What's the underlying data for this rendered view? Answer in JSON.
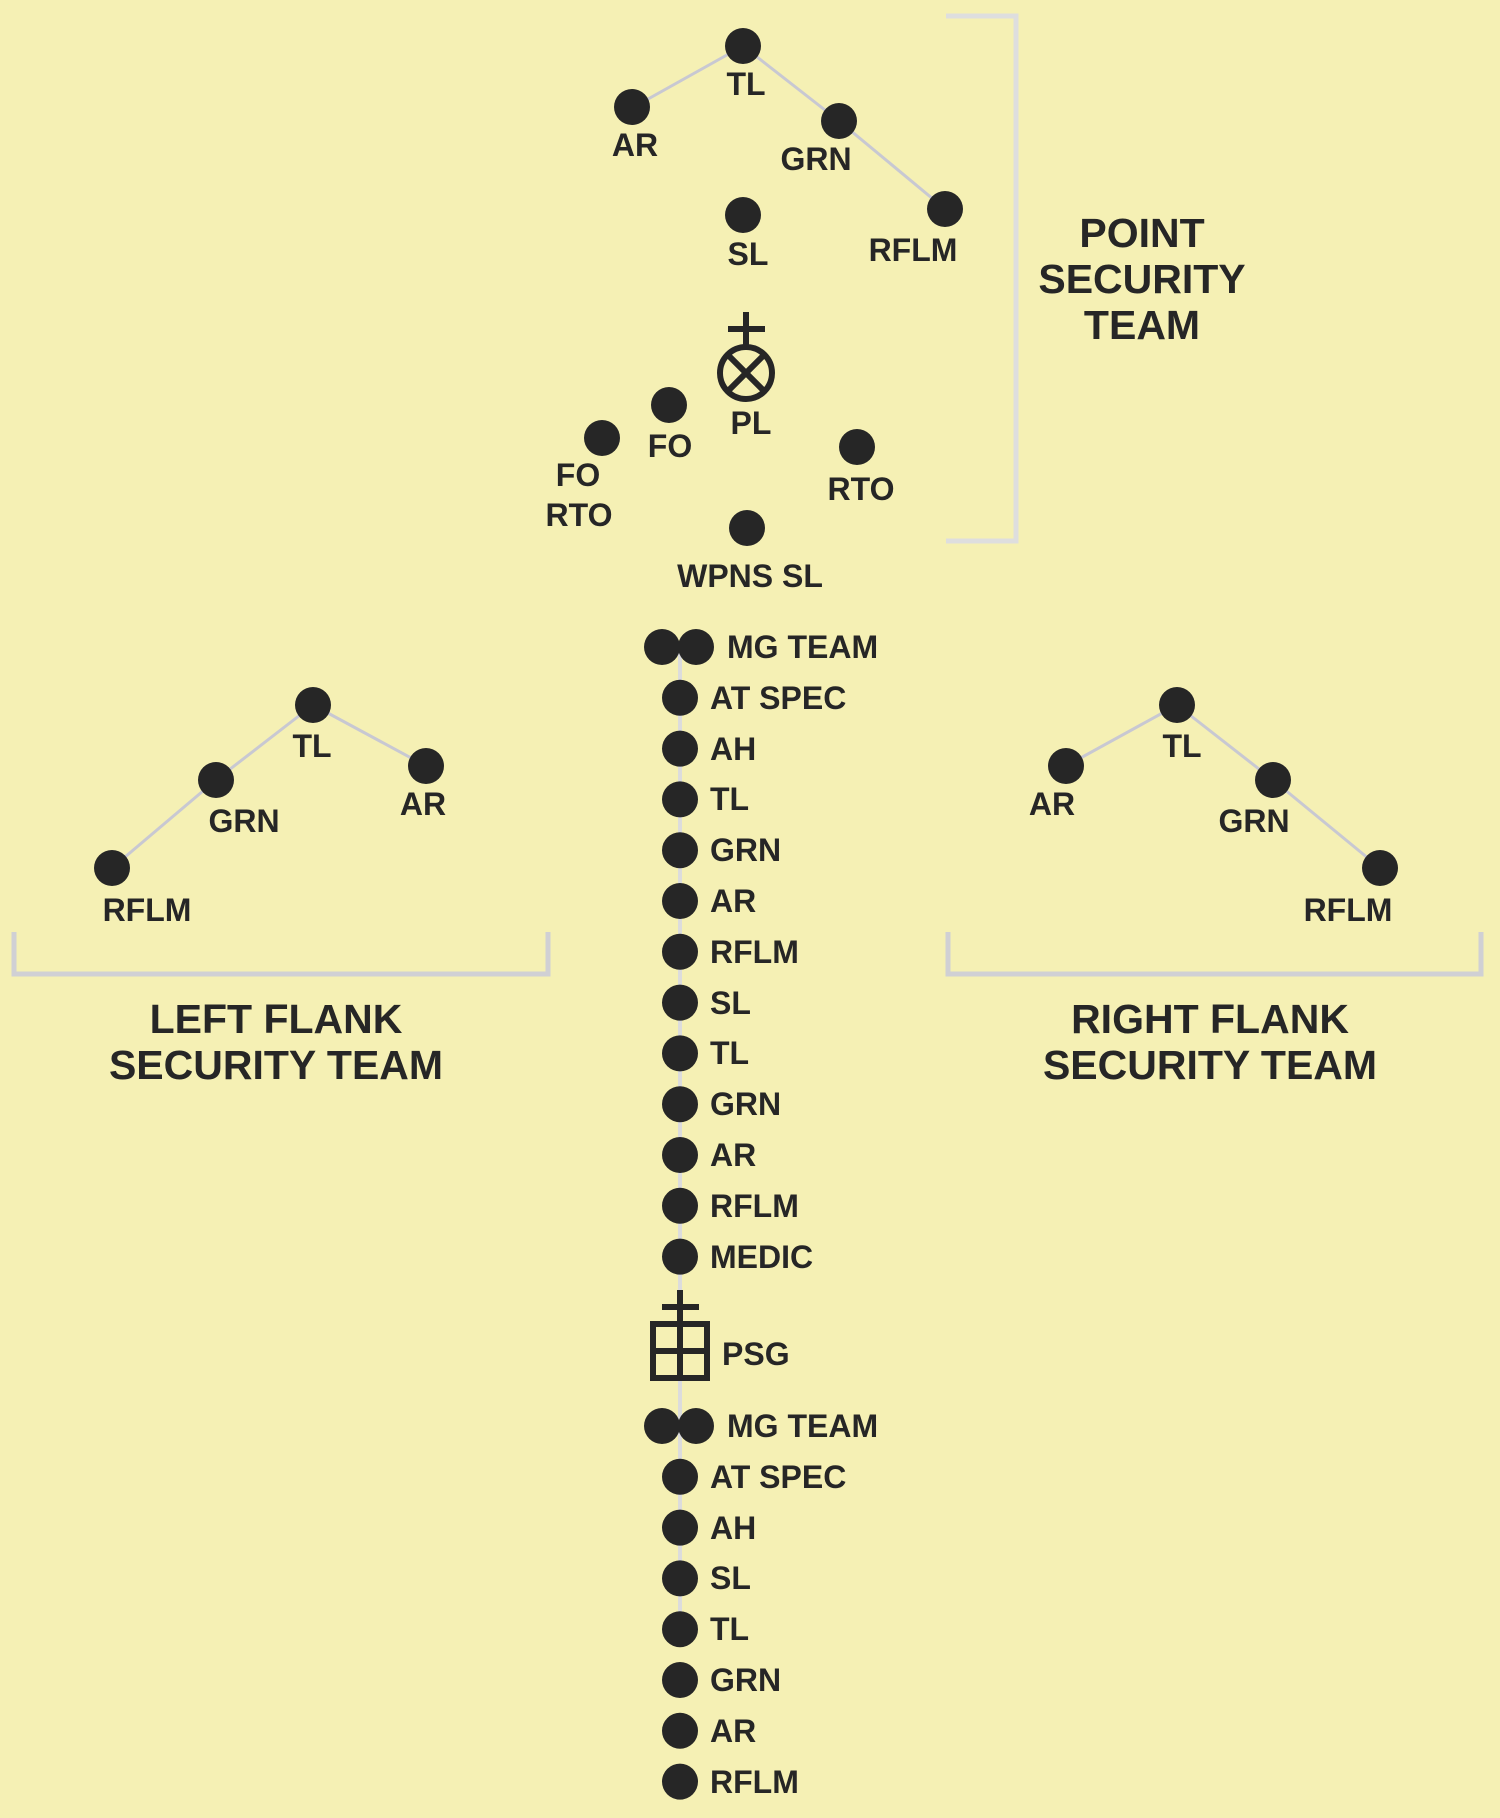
{
  "colors": {
    "background": "#f5f0b4",
    "node": "#262626",
    "connector": "#c8c8d2",
    "bracket": "#d9d9d9"
  },
  "point_team": {
    "title_lines": [
      "POINT",
      "SECURITY",
      "TEAM"
    ],
    "members": {
      "tl": "TL",
      "ar": "AR",
      "grn": "GRN",
      "rflm": "RFLM",
      "sl": "SL"
    }
  },
  "hq": {
    "pl": "PL",
    "fo": "FO",
    "fo_rto_line1": "FO",
    "fo_rto_line2": "RTO",
    "rto": "RTO",
    "wpns_sl": "WPNS SL"
  },
  "left_flank": {
    "title_lines": [
      "LEFT FLANK",
      "SECURITY TEAM"
    ],
    "members": {
      "tl": "TL",
      "grn": "GRN",
      "ar": "AR",
      "rflm": "RFLM"
    }
  },
  "right_flank": {
    "title_lines": [
      "RIGHT FLANK",
      "SECURITY TEAM"
    ],
    "members": {
      "tl": "TL",
      "ar": "AR",
      "grn": "GRN",
      "rflm": "RFLM"
    }
  },
  "column": {
    "upper": [
      "MG TEAM",
      "AT SPEC",
      "AH",
      "TL",
      "GRN",
      "AR",
      "RFLM",
      "SL",
      "TL",
      "GRN",
      "AR",
      "RFLM",
      "MEDIC"
    ],
    "psg": "PSG",
    "lower": [
      "MG TEAM",
      "AT SPEC",
      "AH",
      "SL",
      "TL",
      "GRN",
      "AR",
      "RFLM"
    ]
  }
}
